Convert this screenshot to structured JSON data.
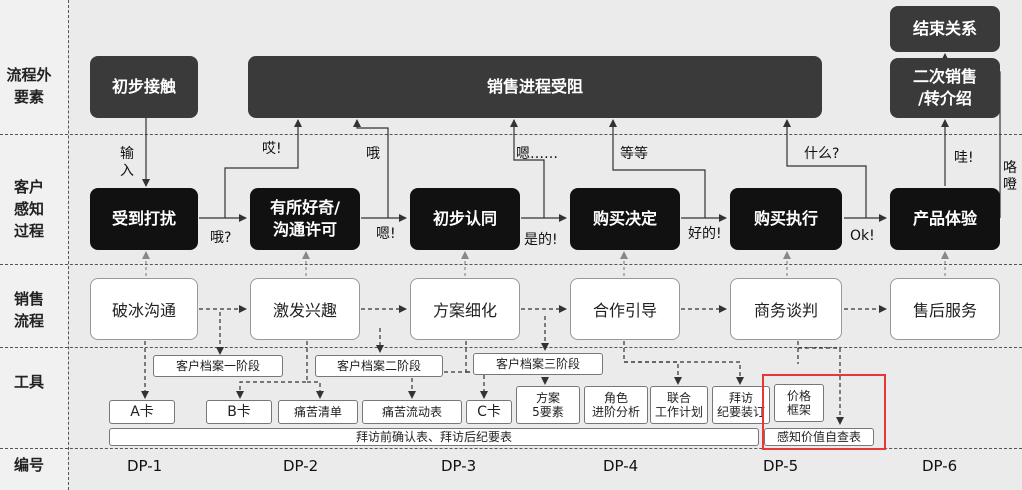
{
  "lanes": {
    "external": "流程外\n要素",
    "perception": "客户\n感知\n过程",
    "sales": "销售\n流程",
    "tools": "工具",
    "code": "编号"
  },
  "external": {
    "first_contact": "初步接触",
    "blocked": "销售进程受阻",
    "end_relation": "结束关系",
    "resale": "二次销售\n/转介绍"
  },
  "perception": {
    "disturbed": "受到打扰",
    "curious": "有所好奇/\n沟通许可",
    "recognize": "初步认同",
    "decide": "购买决定",
    "execute": "购买执行",
    "experience": "产品体验"
  },
  "responses": {
    "input": "输\n入",
    "ai": "哎!",
    "o_q": "哦?",
    "o_ex": "哦",
    "en_ex": "嗯!",
    "en_dots": "嗯……",
    "shi_de": "是的!",
    "deng_deng": "等等",
    "hao_de": "好的!",
    "shen_me": "什么?",
    "ok": "Ok!",
    "wa": "哇!",
    "ge_deng": "咯\n噔"
  },
  "sales": {
    "icebreak": "破冰沟通",
    "interest": "激发兴趣",
    "refine": "方案细化",
    "guide": "合作引导",
    "negotiate": "商务谈判",
    "aftersales": "售后服务"
  },
  "tools": {
    "profile1": "客户档案一阶段",
    "profile2": "客户档案二阶段",
    "profile3": "客户档案三阶段",
    "card_a": "A卡",
    "card_b": "B卡",
    "pain_list": "痛苦清单",
    "pain_flow": "痛苦流动表",
    "card_c": "C卡",
    "plan5": "方案\n5要素",
    "role": "角色\n进阶分析",
    "joint": "联合\n工作计划",
    "visit": "拜访\n纪要装订",
    "price": "价格\n框架",
    "confirm": "拜访前确认表、拜访后纪要表",
    "selfcheck": "感知价值自查表"
  },
  "codes": [
    "DP-1",
    "DP-2",
    "DP-3",
    "DP-4",
    "DP-5",
    "DP-6"
  ],
  "colors": {
    "dark_box": "#3a3a3a",
    "black_box": "#111111",
    "highlight": "#e53935",
    "background": "#ebebeb"
  }
}
